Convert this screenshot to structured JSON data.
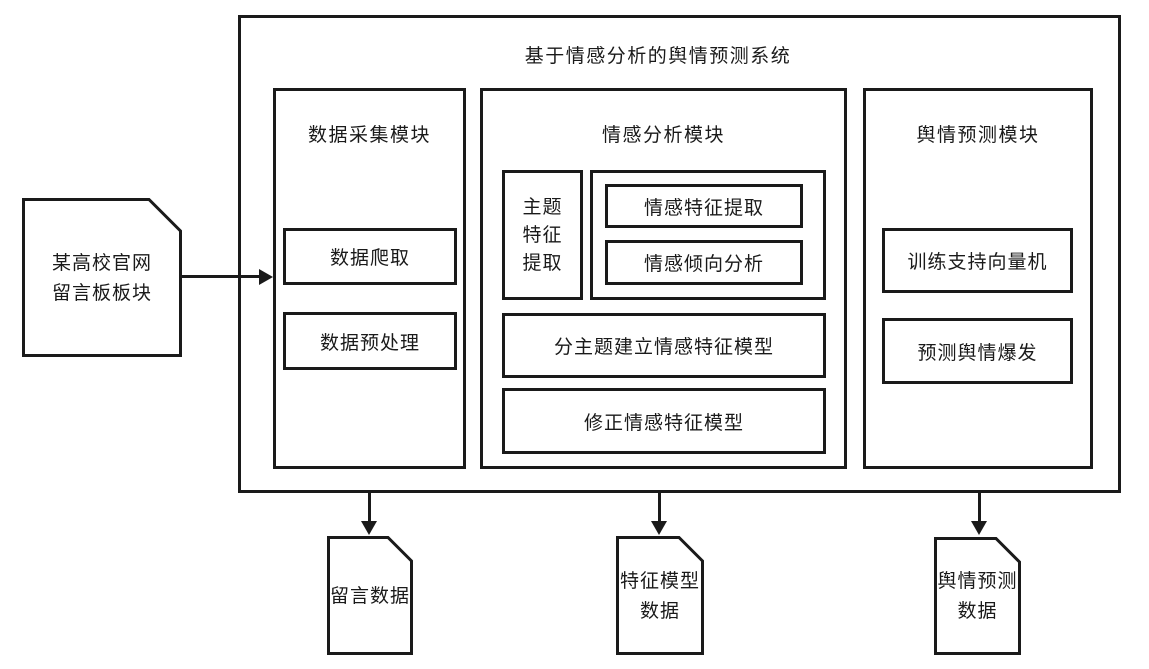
{
  "colors": {
    "ink": "#1a1a1a",
    "background": "#ffffff"
  },
  "diagram": {
    "title": "基于情感分析的舆情预测系统",
    "source_doc": {
      "line1": "某高校官网",
      "line2": "留言板板块"
    },
    "module1": {
      "title": "数据采集模块",
      "box1": "数据爬取",
      "box2": "数据预处理"
    },
    "module2": {
      "title": "情感分析模块",
      "topic_line1": "主题",
      "topic_line2": "特征",
      "topic_line3": "提取",
      "inner_box1": "情感特征提取",
      "inner_box2": "情感倾向分析",
      "wide_box1": "分主题建立情感特征模型",
      "wide_box2": "修正情感特征模型"
    },
    "module3": {
      "title": "舆情预测模块",
      "box1": "训练支持向量机",
      "box2": "预测舆情爆发"
    },
    "output_doc1": {
      "line1": "留言数据"
    },
    "output_doc2": {
      "line1": "特征模型",
      "line2": "数据"
    },
    "output_doc3": {
      "line1": "舆情预测",
      "line2": "数据"
    }
  }
}
